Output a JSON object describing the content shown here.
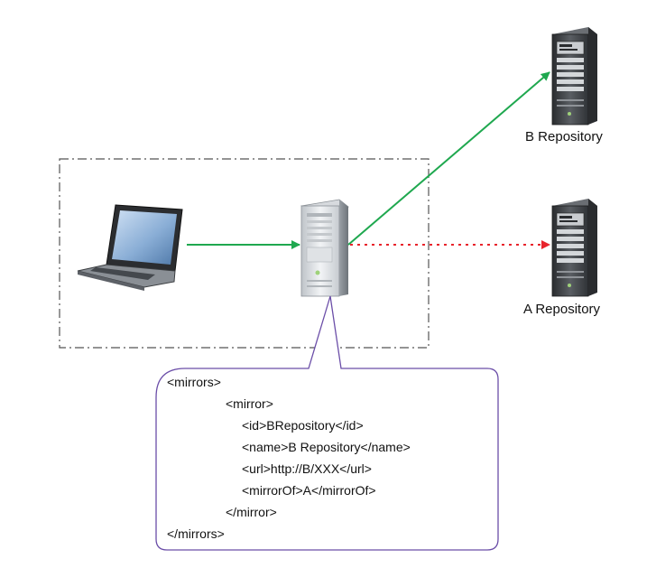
{
  "nodes": {
    "b_repository_label": "B Repository",
    "a_repository_label": "A Repository"
  },
  "callout": {
    "lines": [
      "<mirrors>",
      "<mirror>",
      "<id>BRepository</id>",
      "<name>B Repository</name>",
      "<url>http://B/XXX</url>",
      "<mirrorOf>A</mirrorOf>",
      "</mirror>",
      "</mirrors>"
    ]
  },
  "colors": {
    "active_arrow": "#1fa84f",
    "inactive_arrow": "#e8232b",
    "callout_border": "#6b4ea8",
    "group_border": "#555555"
  }
}
